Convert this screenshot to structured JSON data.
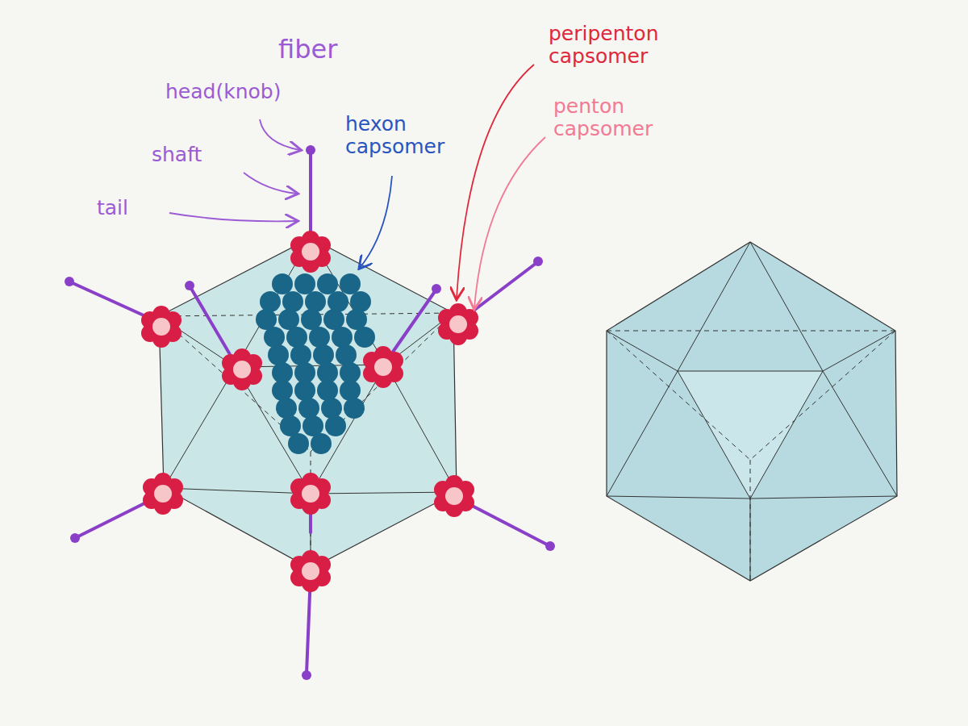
{
  "diagram": {
    "labels": [
      "fiber",
      "head(knob)",
      "shaft",
      "tail",
      "hexon capsomer",
      "peripenton capsomer",
      "penton capsomer"
    ]
  }
}
